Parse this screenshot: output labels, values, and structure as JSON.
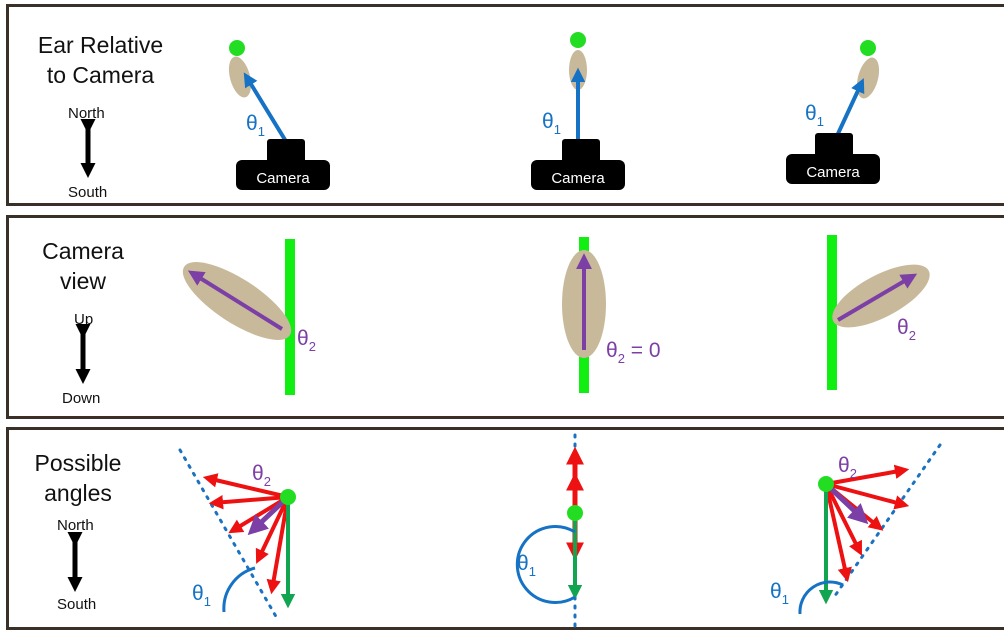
{
  "panels": [
    {
      "title": "Ear Relative\nto Camera",
      "axis": {
        "top": "North",
        "bottom": "South"
      },
      "camera_label": "Camera",
      "angle_label": "θ",
      "angle_sub": "1"
    },
    {
      "title": "Camera\nview",
      "axis": {
        "top": "Up",
        "bottom": "Down"
      },
      "angle_label": "θ",
      "angle_sub": "2",
      "zero_suffix": " = 0"
    },
    {
      "title": "Possible\nangles",
      "axis": {
        "top": "North",
        "bottom": "South"
      },
      "angle1_label": "θ",
      "angle1_sub": "1",
      "angle2_label": "θ",
      "angle2_sub": "2"
    }
  ],
  "colors": {
    "ear": "#c8b99b",
    "ear_dot": "#22dd22",
    "blue_arrow": "#1672c4",
    "purple": "#7b3fa6",
    "green_bar": "#11ee11",
    "red": "#ee1111",
    "dark_green": "#11a552",
    "dotted": "#1a72c0",
    "camera": "#000000",
    "border": "#3a3028"
  }
}
